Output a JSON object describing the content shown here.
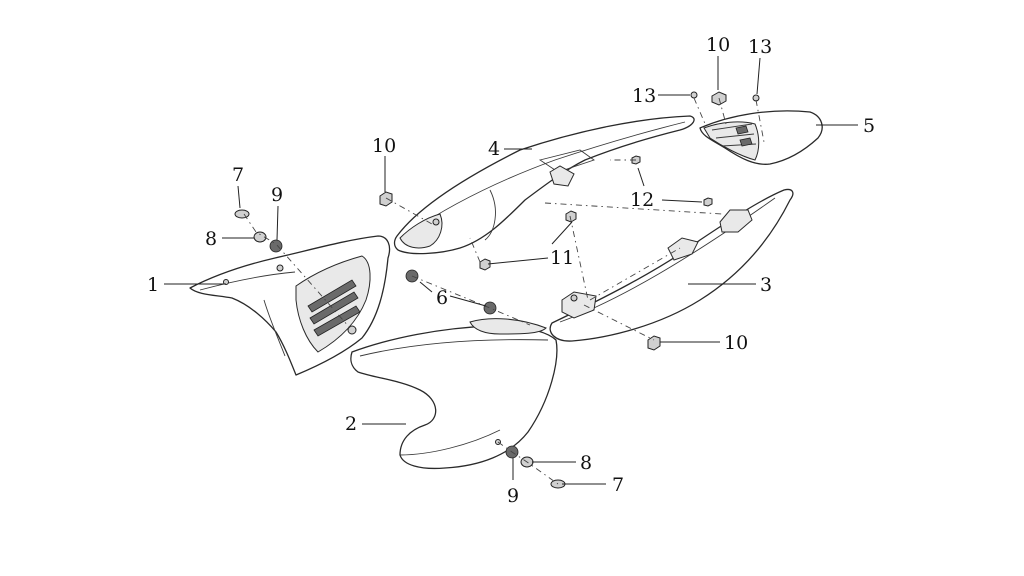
{
  "colors": {
    "line": "#2a2a2a",
    "background": "#ffffff"
  },
  "callouts": [
    {
      "id": "c1",
      "label": "1"
    },
    {
      "id": "c2",
      "label": "2"
    },
    {
      "id": "c3",
      "label": "3"
    },
    {
      "id": "c4",
      "label": "4"
    },
    {
      "id": "c5",
      "label": "5"
    },
    {
      "id": "c6",
      "label": "6"
    },
    {
      "id": "c7a",
      "label": "7"
    },
    {
      "id": "c7b",
      "label": "7"
    },
    {
      "id": "c8a",
      "label": "8"
    },
    {
      "id": "c8b",
      "label": "8"
    },
    {
      "id": "c9a",
      "label": "9"
    },
    {
      "id": "c9b",
      "label": "9"
    },
    {
      "id": "c10a",
      "label": "10"
    },
    {
      "id": "c10b",
      "label": "10"
    },
    {
      "id": "c10c",
      "label": "10"
    },
    {
      "id": "c11",
      "label": "11"
    },
    {
      "id": "c12",
      "label": "12"
    },
    {
      "id": "c13a",
      "label": "13"
    },
    {
      "id": "c13b",
      "label": "13"
    }
  ]
}
